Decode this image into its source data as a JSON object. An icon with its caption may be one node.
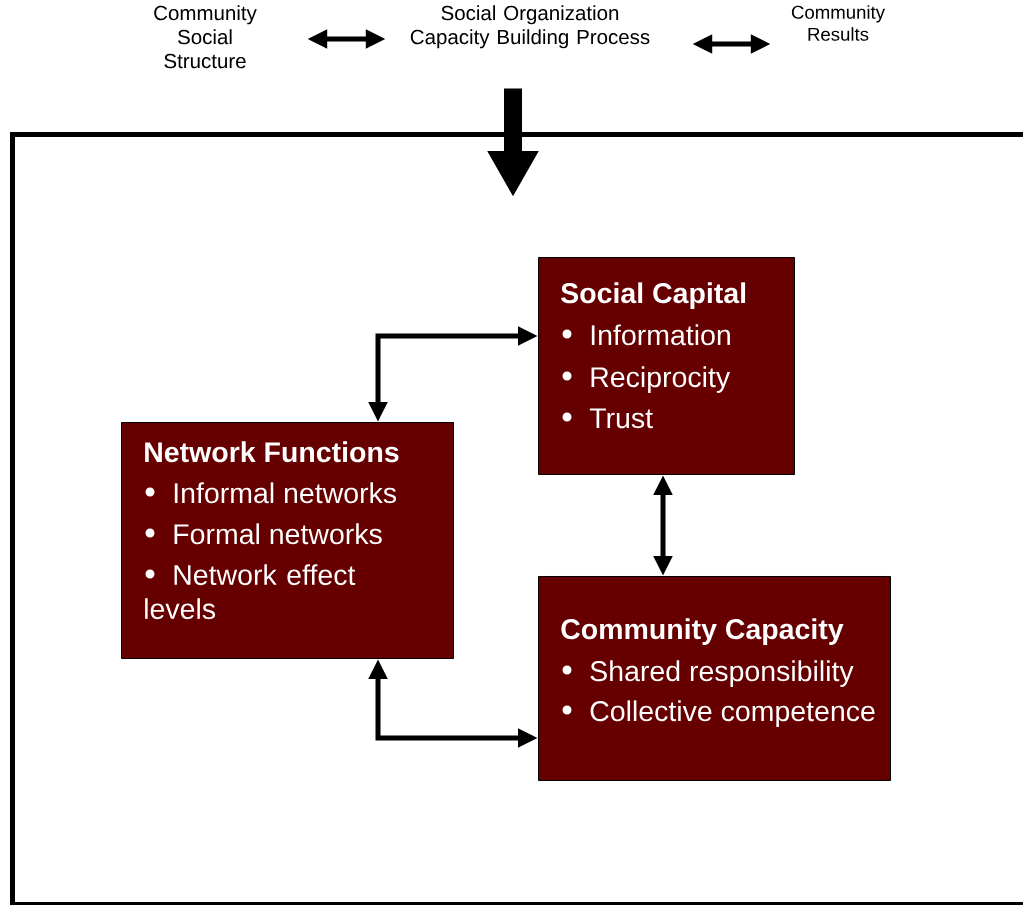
{
  "diagram": {
    "nodes": [
      {
        "text": [
          "Community Social Structure"
        ]
      },
      {
        "text": [
          "Social Organization Capacity Building Process"
        ]
      },
      {
        "text": [
          "Community Results"
        ]
      },
      {
        "text": [],
        "shape": "box"
      },
      {
        "text": [
          "Social Capital",
          "Information",
          "Reciprocity",
          "Trust"
        ],
        "in": 3
      },
      {
        "text": [
          "Network Functions",
          "Informal networks",
          "Formal networks",
          "Network effect levels"
        ],
        "in": 3
      },
      {
        "text": [
          "Community Capacity",
          "Shared responsibility",
          "Collective competence"
        ],
        "in": 3
      }
    ],
    "edges": [
      {
        "from": 0,
        "to": 1,
        "arrow": "both"
      },
      {
        "from": 1,
        "to": 2,
        "arrow": "both"
      },
      {
        "from": 1,
        "to": 3,
        "arrow": "to",
        "style": "thick"
      },
      {
        "from": 5,
        "to": 4,
        "arrow": "both"
      },
      {
        "from": 4,
        "to": 6,
        "arrow": "both"
      },
      {
        "from": 5,
        "to": 6,
        "arrow": "both"
      }
    ]
  }
}
